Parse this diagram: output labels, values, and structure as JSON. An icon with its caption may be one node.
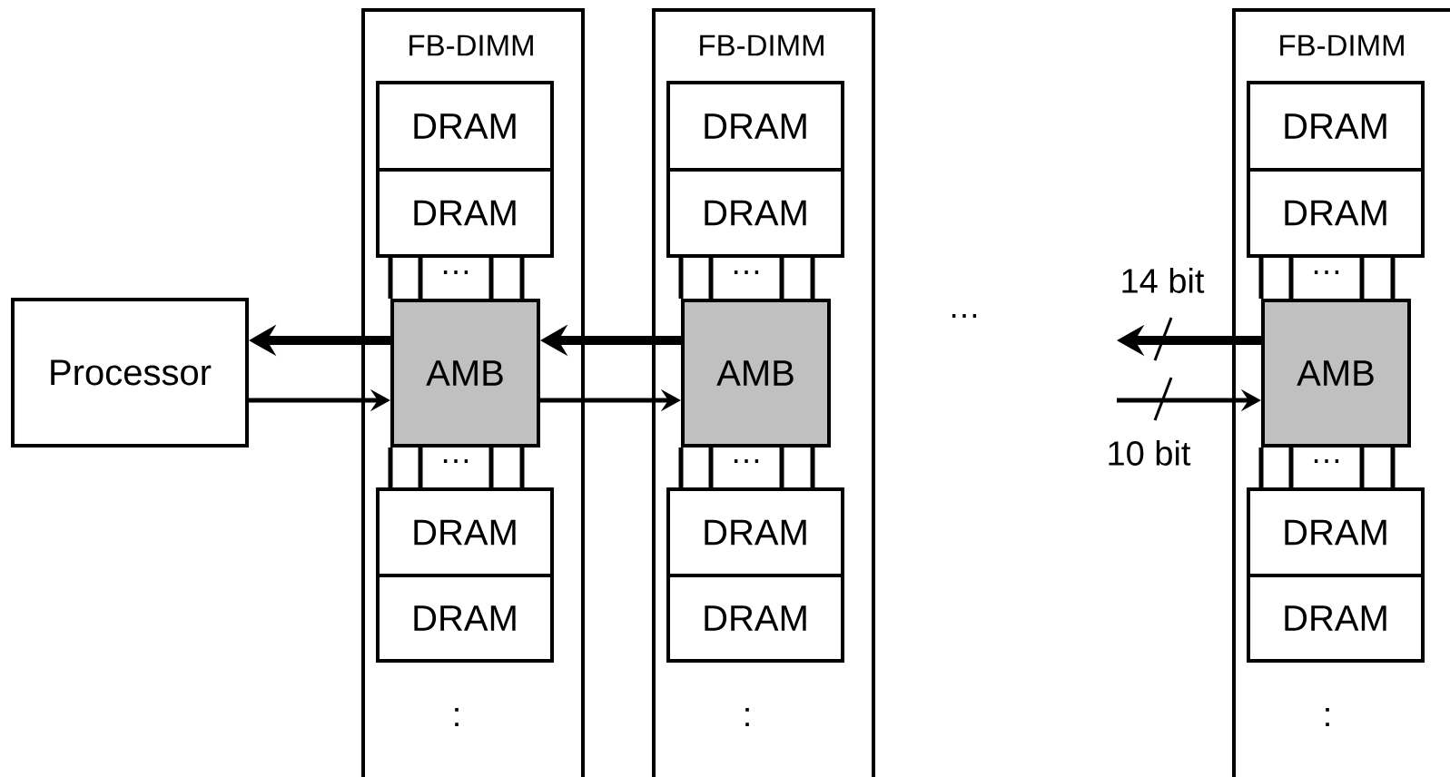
{
  "diagram": {
    "nodes": [
      {
        "text": [
          "Processor"
        ]
      },
      {
        "text": [
          "FB-DIMM"
        ]
      },
      {
        "text": [
          "DRAM"
        ],
        "in": 1
      },
      {
        "text": [
          "DRAM"
        ],
        "in": 1
      },
      {
        "text": [
          "AMB"
        ],
        "in": 1
      },
      {
        "text": [
          "DRAM"
        ],
        "in": 1
      },
      {
        "text": [
          "DRAM"
        ],
        "in": 1
      },
      {
        "text": [
          "FB-DIMM"
        ]
      },
      {
        "text": [
          "DRAM"
        ],
        "in": 7
      },
      {
        "text": [
          "DRAM"
        ],
        "in": 7
      },
      {
        "text": [
          "AMB"
        ],
        "in": 7
      },
      {
        "text": [
          "DRAM"
        ],
        "in": 7
      },
      {
        "text": [
          "DRAM"
        ],
        "in": 7
      },
      {
        "text": [
          "FB-DIMM"
        ]
      },
      {
        "text": [
          "DRAM"
        ],
        "in": 13
      },
      {
        "text": [
          "DRAM"
        ],
        "in": 13
      },
      {
        "text": [
          "AMB"
        ],
        "in": 13
      },
      {
        "text": [
          "DRAM"
        ],
        "in": 13
      },
      {
        "text": [
          "DRAM"
        ],
        "in": 13
      }
    ],
    "edges": [
      {
        "from": 4,
        "to": 0,
        "arrow": "to",
        "style": "thick"
      },
      {
        "from": 0,
        "to": 4,
        "arrow": "to"
      },
      {
        "from": 10,
        "to": 4,
        "arrow": "to",
        "style": "thick"
      },
      {
        "from": 4,
        "to": 10,
        "arrow": "to"
      },
      {
        "from": 16,
        "to": null,
        "arrow": "to",
        "style": "thick",
        "label": "14 bit"
      },
      {
        "from": null,
        "to": 16,
        "arrow": "to",
        "label": "10 bit"
      },
      {
        "from": 3,
        "to": 4,
        "arrow": "none"
      },
      {
        "from": 3,
        "to": 4,
        "arrow": "none"
      },
      {
        "from": 3,
        "to": 4,
        "arrow": "none"
      },
      {
        "from": 3,
        "to": 4,
        "arrow": "none"
      },
      {
        "from": 4,
        "to": 5,
        "arrow": "none"
      },
      {
        "from": 4,
        "to": 5,
        "arrow": "none"
      },
      {
        "from": 4,
        "to": 5,
        "arrow": "none"
      },
      {
        "from": 4,
        "to": 5,
        "arrow": "none"
      },
      {
        "from": 9,
        "to": 10,
        "arrow": "none"
      },
      {
        "from": 9,
        "to": 10,
        "arrow": "none"
      },
      {
        "from": 9,
        "to": 10,
        "arrow": "none"
      },
      {
        "from": 9,
        "to": 10,
        "arrow": "none"
      },
      {
        "from": 10,
        "to": 11,
        "arrow": "none"
      },
      {
        "from": 10,
        "to": 11,
        "arrow": "none"
      },
      {
        "from": 10,
        "to": 11,
        "arrow": "none"
      },
      {
        "from": 10,
        "to": 11,
        "arrow": "none"
      },
      {
        "from": 15,
        "to": 16,
        "arrow": "none"
      },
      {
        "from": 15,
        "to": 16,
        "arrow": "none"
      },
      {
        "from": 15,
        "to": 16,
        "arrow": "none"
      },
      {
        "from": 15,
        "to": 16,
        "arrow": "none"
      },
      {
        "from": 16,
        "to": 17,
        "arrow": "none"
      },
      {
        "from": 16,
        "to": 17,
        "arrow": "none"
      },
      {
        "from": 16,
        "to": 17,
        "arrow": "none"
      },
      {
        "from": 16,
        "to": 17,
        "arrow": "none"
      }
    ],
    "labels": [
      "…",
      "…",
      "…",
      "…",
      "…",
      "…",
      "…",
      ":",
      ":",
      ":"
    ]
  }
}
